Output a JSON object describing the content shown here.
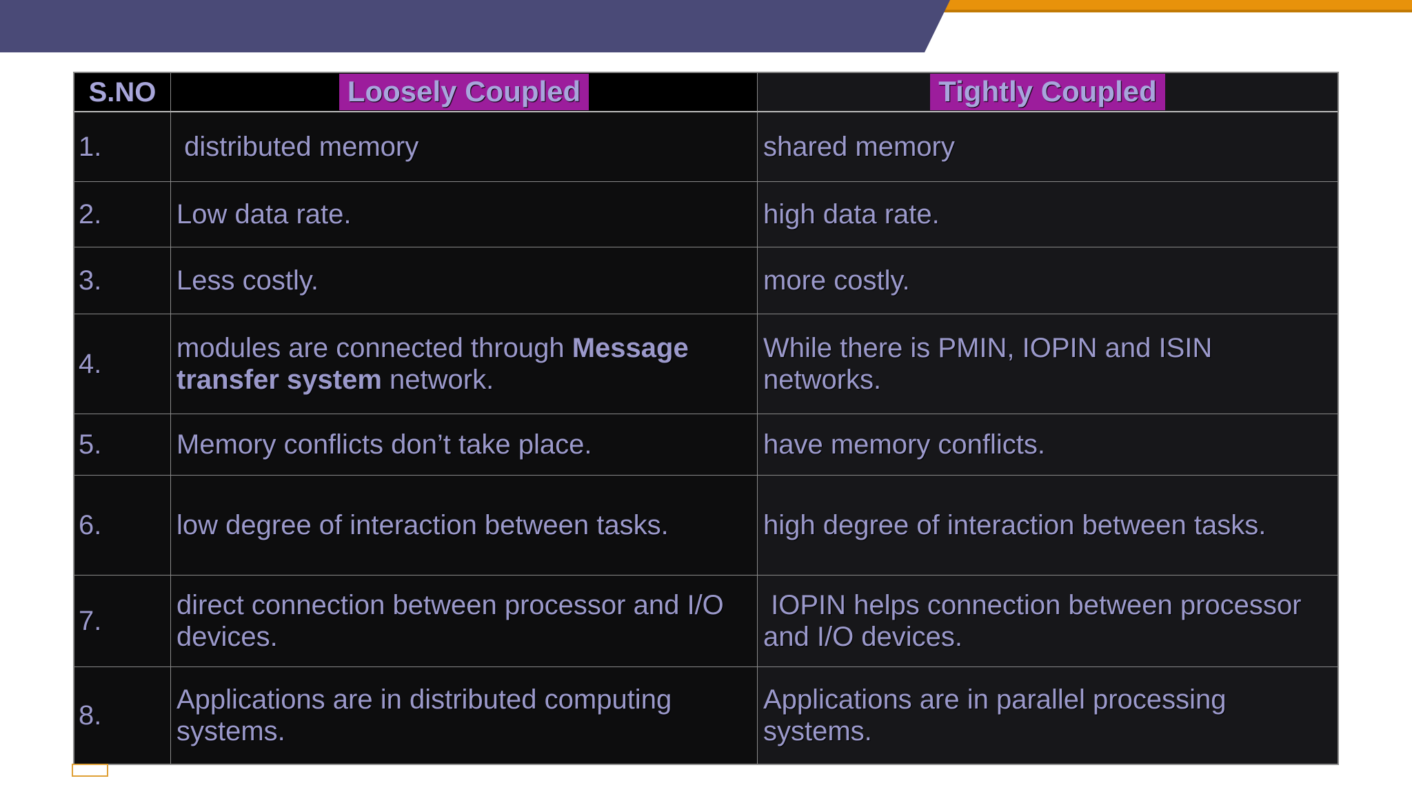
{
  "colors": {
    "banner_purple": "#4a4a77",
    "stripe_orange": "#e8920b",
    "stripe_orange_dark": "#c27a04",
    "highlight_magenta": "#9c1d9c",
    "body_text": "#9b99cb",
    "header_text": "#a8a6da",
    "table_border": "#8a8a8a",
    "marker_orange": "#dfa035"
  },
  "table": {
    "headers": {
      "sno": "S.NO",
      "loose": "Loosely Coupled",
      "tight": "Tightly Coupled"
    },
    "rows": [
      {
        "no": "1.",
        "loose": " distributed memory",
        "tight": "shared memory"
      },
      {
        "no": "2.",
        "loose": "Low data rate.",
        "tight": "high data rate."
      },
      {
        "no": "3.",
        "loose": "Less costly.",
        "tight": "more costly."
      },
      {
        "no": "4.",
        "loose_pre": "modules are connected through ",
        "loose_bold": "Message transfer system",
        "loose_post": " network.",
        "tight": "While there is PMIN, IOPIN and ISIN networks."
      },
      {
        "no": "5.",
        "loose": "Memory conflicts don’t take place.",
        "tight": "have memory conflicts."
      },
      {
        "no": "6.",
        "loose": "low degree of interaction between tasks.",
        "tight": "high degree of interaction between tasks."
      },
      {
        "no": "7.",
        "loose": "direct connection between processor and I/O devices.",
        "tight": " IOPIN helps connection between processor and I/O devices."
      },
      {
        "no": "8.",
        "loose": "Applications are in distributed computing systems.",
        "tight": "Applications are in parallel processing systems."
      }
    ]
  }
}
